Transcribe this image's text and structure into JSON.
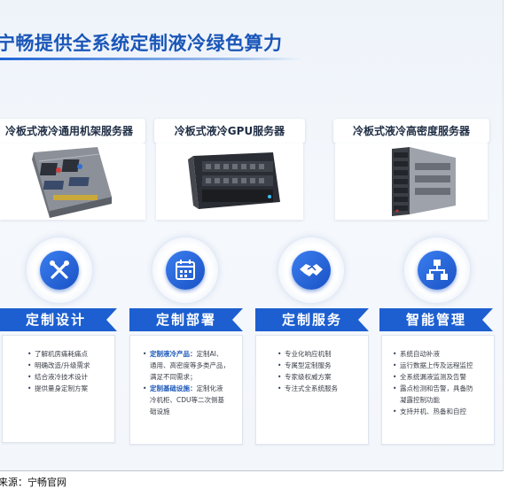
{
  "title": "宁畅提供全系统定制液冷绿色算力",
  "products": [
    {
      "label": "冷板式液冷通用机架服务器"
    },
    {
      "label": "冷板式液冷GPU服务器"
    },
    {
      "label": "冷板式液冷高密度服务器"
    }
  ],
  "pillars": [
    {
      "icon": "tools-icon",
      "title": "定制设计",
      "items": [
        "了解机房痛耗痛点",
        "明确改造/升级需求",
        "结合液冷技术设计",
        "提供量身定制方案"
      ]
    },
    {
      "icon": "calendar-icon",
      "title": "定制部署",
      "items": [
        {
          "head": "定制液冷产品：",
          "body": "定制AI、",
          "lines": [
            "通用、高密度等多类产品，",
            "满足不同需求；"
          ]
        },
        {
          "head": "定制基础设施：",
          "body": "定制化液",
          "lines": [
            "冷机柜、CDU等二次侧基",
            "础设施"
          ]
        }
      ]
    },
    {
      "icon": "handshake-icon",
      "title": "定制服务",
      "items": [
        "专业化响应机制",
        "专属型定制服务",
        "专家级权威方案",
        "专注式全系统服务"
      ]
    },
    {
      "icon": "network-icon",
      "title": "智能管理",
      "items": [
        "系统自动补液",
        "运行数据上传及远程监控",
        "全系统漏液监测及告警",
        "露点检测和告警，具备防",
        "凝露控制功能",
        "支持并机、热备和自控"
      ]
    }
  ],
  "source": "来源：宁畅官网",
  "colors": {
    "accent": "#1a56b8",
    "banner": "#1d5fd0",
    "icon_bg": "#2a6ae0"
  }
}
